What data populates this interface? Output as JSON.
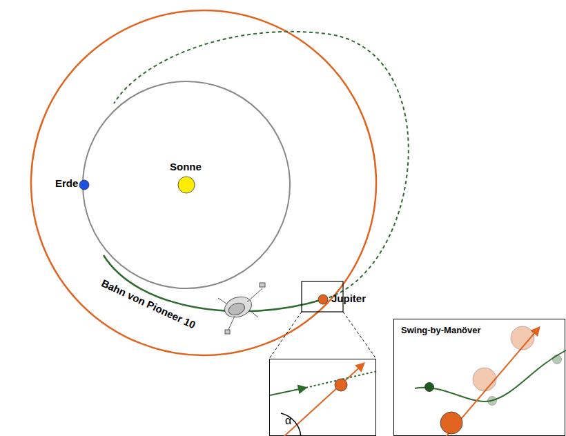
{
  "diagram": {
    "nodes": [
      {
        "text": [
          "α"
        ]
      },
      {
        "text": [
          "Swing-by-Manöver"
        ]
      }
    ],
    "labels": [
      "Erde",
      "Sonne",
      "Bahn von Pioneer 10",
      "Jupiter"
    ]
  }
}
